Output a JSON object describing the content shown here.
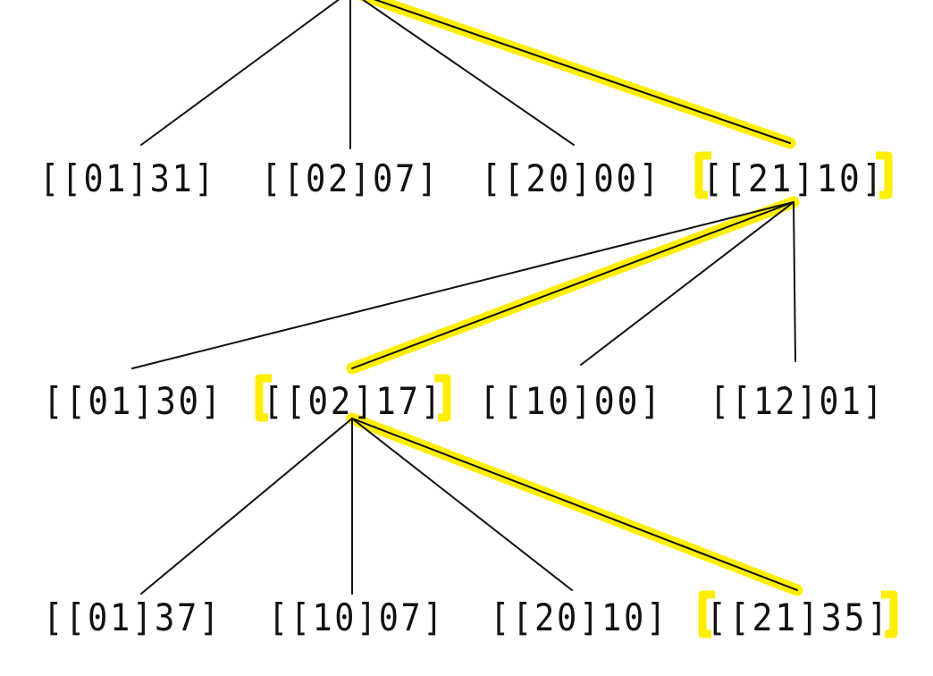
{
  "colors": {
    "ink": "#111111",
    "highlight": "#ffee00",
    "background": "#ffffff"
  },
  "levels": [
    {
      "nodes": [
        {
          "label": "[[01]31]",
          "highlighted": false
        },
        {
          "label": "[[02]07]",
          "highlighted": false
        },
        {
          "label": "[[20]00]",
          "highlighted": false
        },
        {
          "label": "[[21]10]",
          "highlighted": true
        }
      ]
    },
    {
      "nodes": [
        {
          "label": "[[01]30]",
          "highlighted": false
        },
        {
          "label": "[[02]17]",
          "highlighted": true
        },
        {
          "label": "[[10]00]",
          "highlighted": false
        },
        {
          "label": "[[12]01]",
          "highlighted": false
        }
      ]
    },
    {
      "nodes": [
        {
          "label": "[[01]37]",
          "highlighted": false
        },
        {
          "label": "[[10]07]",
          "highlighted": false
        },
        {
          "label": "[[20]10]",
          "highlighted": false
        },
        {
          "label": "[[21]35]",
          "highlighted": true
        }
      ]
    }
  ]
}
